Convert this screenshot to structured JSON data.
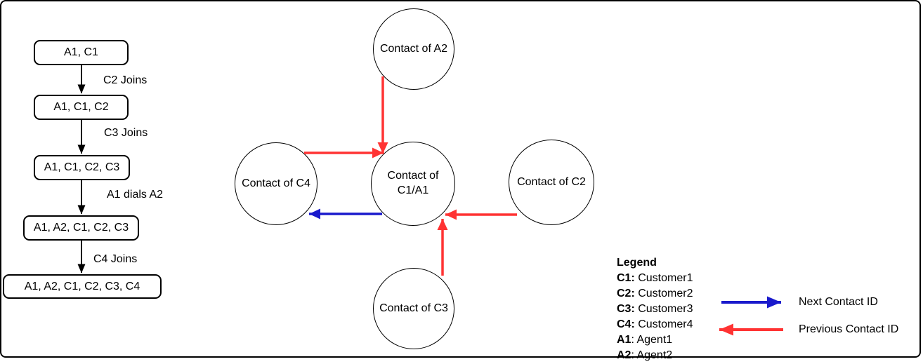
{
  "colors": {
    "black": "#000000",
    "red": "#FF3333",
    "blue": "#1A1ACC"
  },
  "flowchart": {
    "steps": [
      "A1, C1",
      "A1, C1, C2",
      "A1, C1, C2, C3",
      "A1, A2, C1, C2, C3",
      "A1, A2, C1, C2, C3, C4"
    ],
    "transitions": [
      "C2 Joins",
      "C3 Joins",
      "A1 dials A2",
      "C4 Joins"
    ]
  },
  "graph": {
    "nodes": {
      "a2": "Contact of A2",
      "c4": "Contact of C4",
      "c1a1": "Contact of\nC1/A1",
      "c2": "Contact of C2",
      "c3": "Contact of C3"
    },
    "edges": [
      {
        "from": "Contact of A2",
        "to": "Contact of C1/A1",
        "type": "Previous Contact ID",
        "color": "red"
      },
      {
        "from": "Contact of C4",
        "to": "Contact of C1/A1",
        "type": "Previous Contact ID",
        "color": "red"
      },
      {
        "from": "Contact of C1/A1",
        "to": "Contact of C4",
        "type": "Next Contact ID",
        "color": "blue"
      },
      {
        "from": "Contact of C2",
        "to": "Contact of C1/A1",
        "type": "Previous Contact ID",
        "color": "red"
      },
      {
        "from": "Contact of C3",
        "to": "Contact of C1/A1",
        "type": "Previous Contact ID",
        "color": "red"
      }
    ]
  },
  "legend": {
    "title": "Legend",
    "entries": [
      {
        "bold": "C1:",
        "rest": " Customer1"
      },
      {
        "bold": "C2:",
        "rest": " Customer2"
      },
      {
        "bold": "C3:",
        "rest": " Customer3"
      },
      {
        "bold": "C4:",
        "rest": " Customer4"
      },
      {
        "bold": "A1",
        "rest": ": Agent1"
      },
      {
        "bold": "A2",
        "rest": ": Agent2"
      }
    ],
    "next_label": "Next Contact ID",
    "prev_label": "Previous Contact ID"
  }
}
